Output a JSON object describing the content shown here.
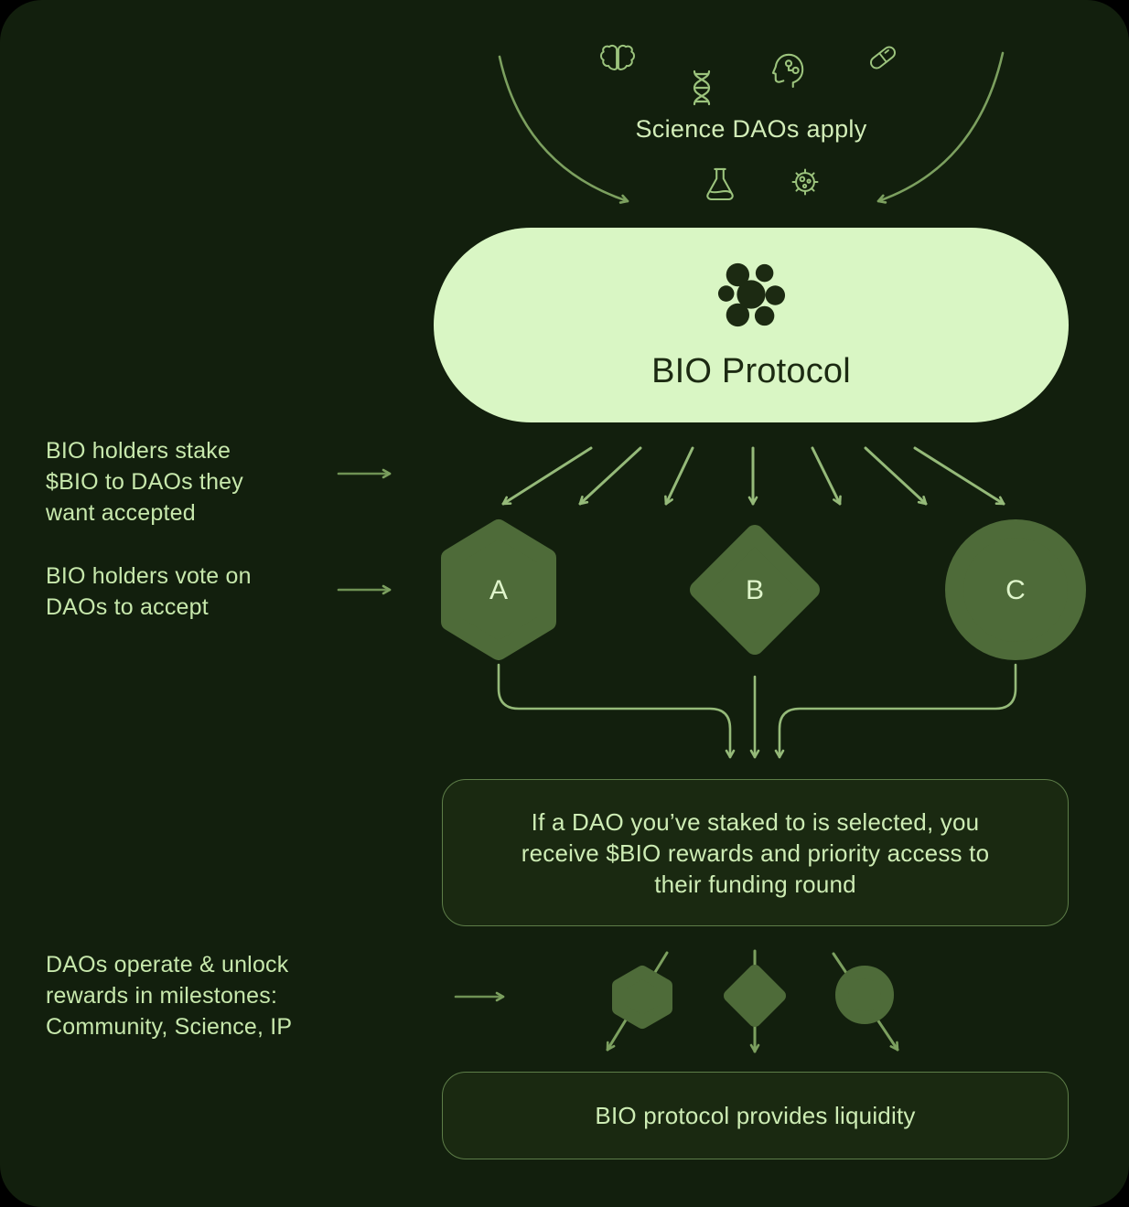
{
  "colors": {
    "background": "#000000",
    "panel": "#121f0d",
    "pill_fill": "#d9f6c4",
    "pill_ink": "#1c2a12",
    "shape_fill": "#4e6b39",
    "text_light": "#c7e8ac",
    "box_border": "#5d7d48",
    "arrow_light": "#95ba79",
    "arrow_mid": "#7ca05f",
    "icon_stroke": "#9cc47d"
  },
  "top": {
    "heading": "Science DAOs apply",
    "icons": [
      "brain-icon",
      "dna-icon",
      "mind-icon",
      "pill-icon",
      "flask-icon",
      "virus-icon"
    ]
  },
  "protocol": {
    "label": "BIO Protocol",
    "logo": "bio-molecule-icon"
  },
  "left_notes": [
    {
      "lines": [
        "BIO holders stake",
        "$BIO to DAOs they",
        "want accepted"
      ]
    },
    {
      "lines": [
        "BIO holders vote on",
        "DAOs to accept"
      ]
    },
    {
      "lines": [
        "DAOs operate & unlock",
        "rewards in milestones:",
        "Community, Science, IP"
      ]
    }
  ],
  "daos": [
    {
      "label": "A",
      "shape": "hexagon"
    },
    {
      "label": "B",
      "shape": "diamond"
    },
    {
      "label": "C",
      "shape": "circle"
    }
  ],
  "selected_box": {
    "lines": [
      "If a DAO you’ve staked to is selected, you",
      "receive $BIO rewards and priority access to",
      "their funding round"
    ]
  },
  "liquidity_box": {
    "text": "BIO protocol provides liquidity"
  }
}
